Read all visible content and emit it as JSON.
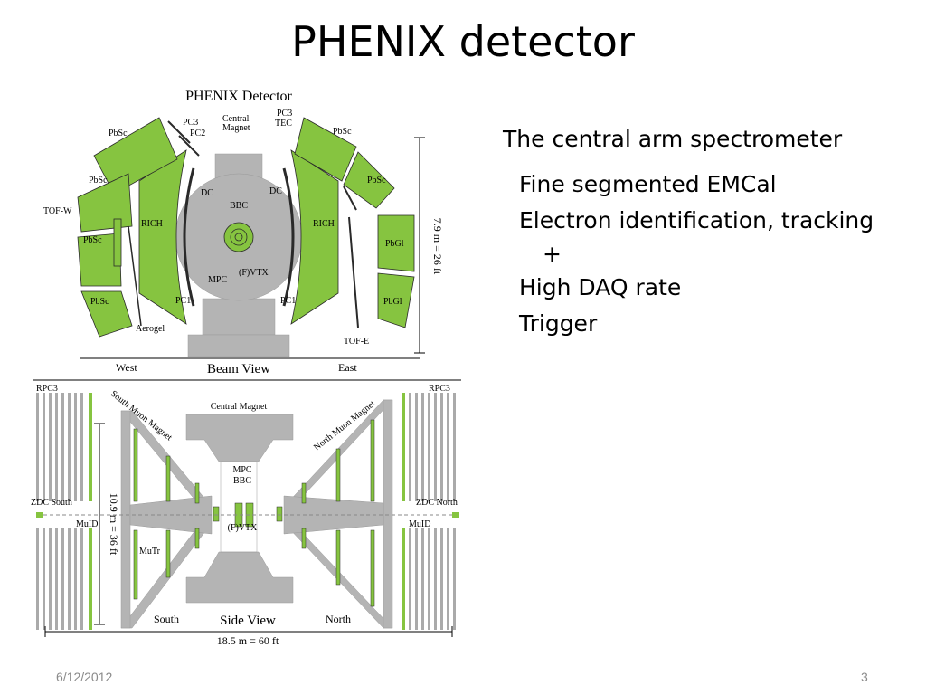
{
  "slide": {
    "title": "PHENIX detector",
    "heading": "The central arm spectrometer",
    "bullets": [
      "Fine segmented EMCal",
      "Electron identification, tracking",
      "+",
      "High DAQ rate",
      "Trigger"
    ],
    "date": "6/12/2012",
    "page_number": "3"
  },
  "diagram": {
    "beam_view": {
      "title": "PHENIX Detector",
      "view_label": "Beam View",
      "west": "West",
      "east": "East",
      "height_dimension": "7.9 m = 26 ft",
      "labels": {
        "pbsc": "PbSc",
        "pbgl": "PbGl",
        "rich": "RICH",
        "dc": "DC",
        "pc1": "PC1",
        "pc2": "PC2",
        "pc3": "PC3",
        "tec": "TEC",
        "tof_w": "TOF-W",
        "tof_e": "TOF-E",
        "aerogel": "Aerogel",
        "central_magnet_1": "Central",
        "central_magnet_2": "Magnet",
        "bbc": "BBC",
        "mpc": "MPC",
        "fvtx": "(F)VTX"
      }
    },
    "side_view": {
      "view_label": "Side View",
      "south": "South",
      "north": "North",
      "width_dimension": "18.5 m =  60 ft",
      "height_dimension": "10.9 m = 36 ft",
      "labels": {
        "rpc3": "RPC3",
        "central_magnet": "Central Magnet",
        "south_muon_magnet": "South Muon Magnet",
        "north_muon_magnet": "North Muon Magnet",
        "zdc_south": "ZDC South",
        "zdc_north": "ZDC North",
        "muid": "MuID",
        "mutr": "MuTr",
        "mpc": "MPC",
        "bbc": "BBC",
        "fvtx": "(F)VTX"
      }
    },
    "colors": {
      "detector_green": "#86c440",
      "steel_gray": "#b4b4b4",
      "dark_outline": "#2a2a2a"
    }
  }
}
